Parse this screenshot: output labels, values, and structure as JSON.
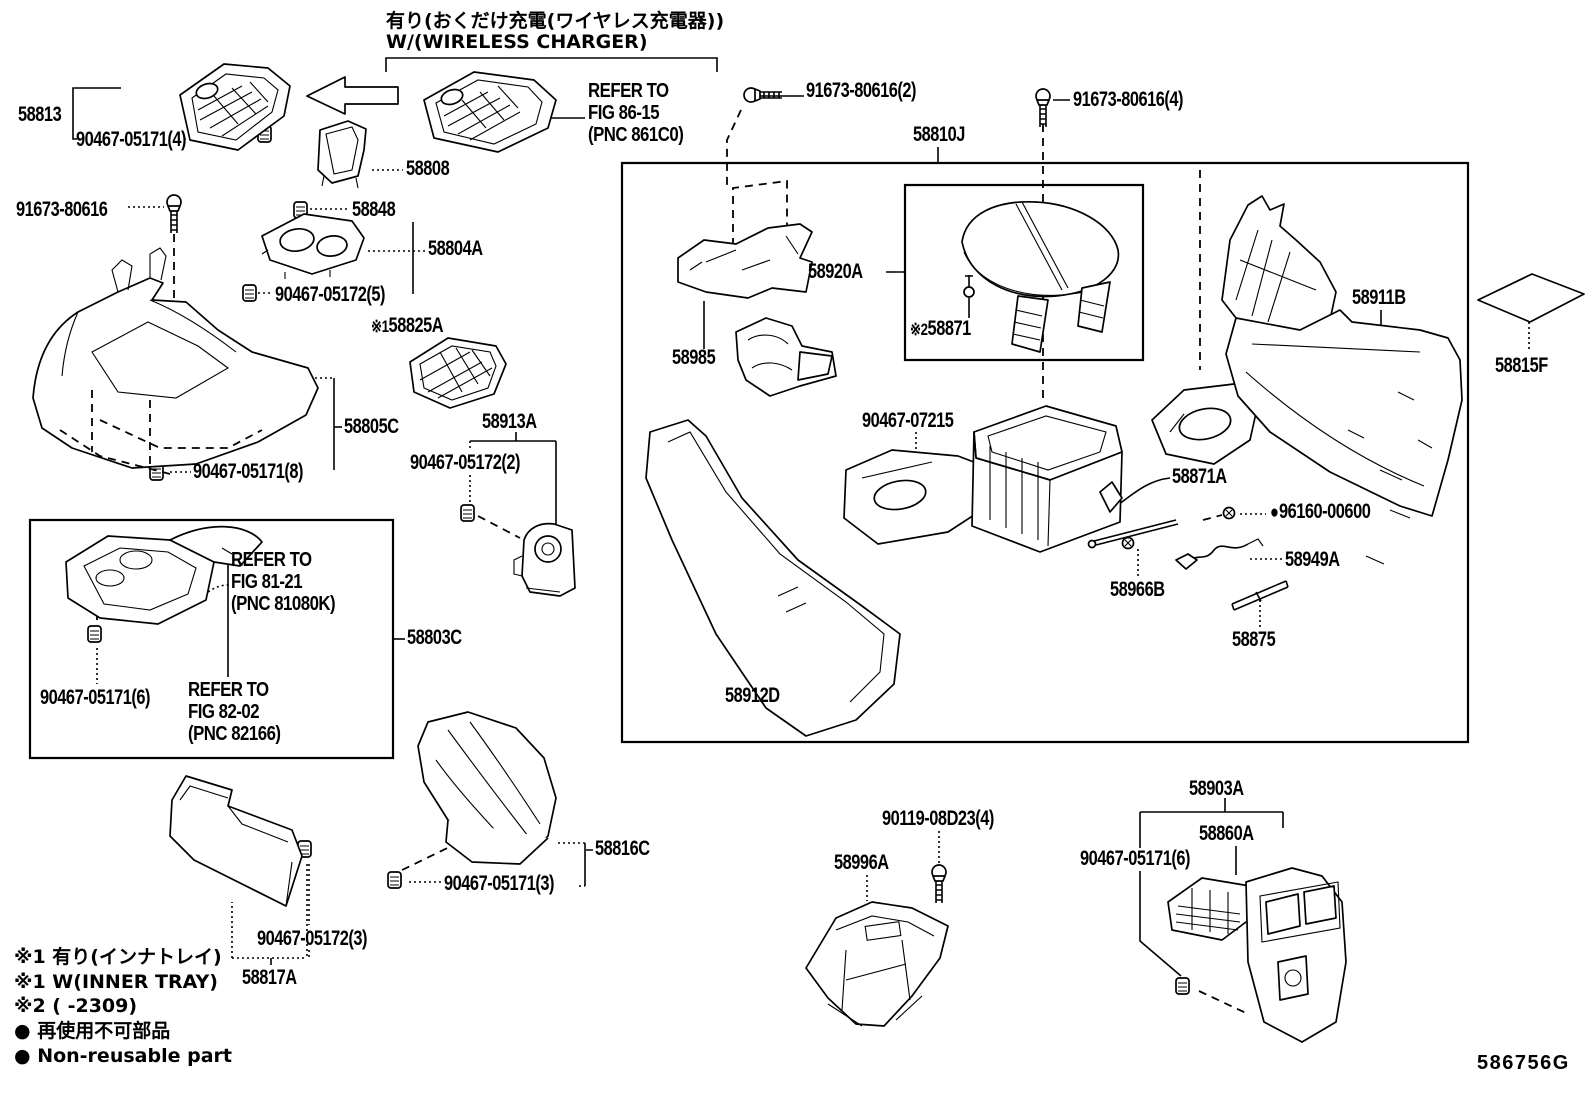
{
  "figure": {
    "code": "586756G",
    "header": {
      "jp": "有り(おくだけ充電(ワイヤレス充電器))",
      "en": "W/(WIRELESS CHARGER)"
    },
    "references": {
      "fig8615": {
        "l1": "REFER TO",
        "l2": "FIG 86-15",
        "l3": "(PNC 861C0)"
      },
      "fig8121": {
        "l1": "REFER TO",
        "l2": "FIG 81-21",
        "l3": "(PNC 81080K)"
      },
      "fig8202": {
        "l1": "REFER TO",
        "l2": "FIG 82-02",
        "l3": "(PNC 82166)"
      }
    },
    "marks": {
      "note1": "※1",
      "note2": "※2",
      "bullet": "●"
    },
    "parts": {
      "p58813": "58813",
      "p90467_05171_4": "90467-05171(4)",
      "p58808": "58808",
      "p91673_80616": "91673-80616",
      "p58848": "58848",
      "p58804A": "58804A",
      "p90467_05172_5": "90467-05172(5)",
      "p58825A": "58825A",
      "p58805C": "58805C",
      "p58913A": "58913A",
      "p90467_05171_8": "90467-05171(8)",
      "p90467_05172_2": "90467-05172(2)",
      "p58803C": "58803C",
      "p90467_05171_6": "90467-05171(6)",
      "p91673_80616_2": "91673-80616(2)",
      "p91673_80616_4": "91673-80616(4)",
      "p58810J": "58810J",
      "p58920A": "58920A",
      "p58871": "58871",
      "p58985": "58985",
      "p58911B": "58911B",
      "p58815F": "58815F",
      "p90467_07215": "90467-07215",
      "p58871A": "58871A",
      "p96160_00600": "96160-00600",
      "p58949A": "58949A",
      "p58966B": "58966B",
      "p58875": "58875",
      "p58912D": "58912D",
      "p58816C": "58816C",
      "p90467_05171_3": "90467-05171(3)",
      "p90467_05172_3": "90467-05172(3)",
      "p58817A": "58817A",
      "p90119_08D23_4": "90119-08D23(4)",
      "p58996A": "58996A",
      "p58903A": "58903A",
      "p58860A": "58860A"
    },
    "notes": [
      "※1 有り(インナトレイ)",
      "※1 W(INNER TRAY)",
      "※2 (       -2309)",
      "● 再使用不可部品",
      "● Non-reusable part"
    ]
  }
}
